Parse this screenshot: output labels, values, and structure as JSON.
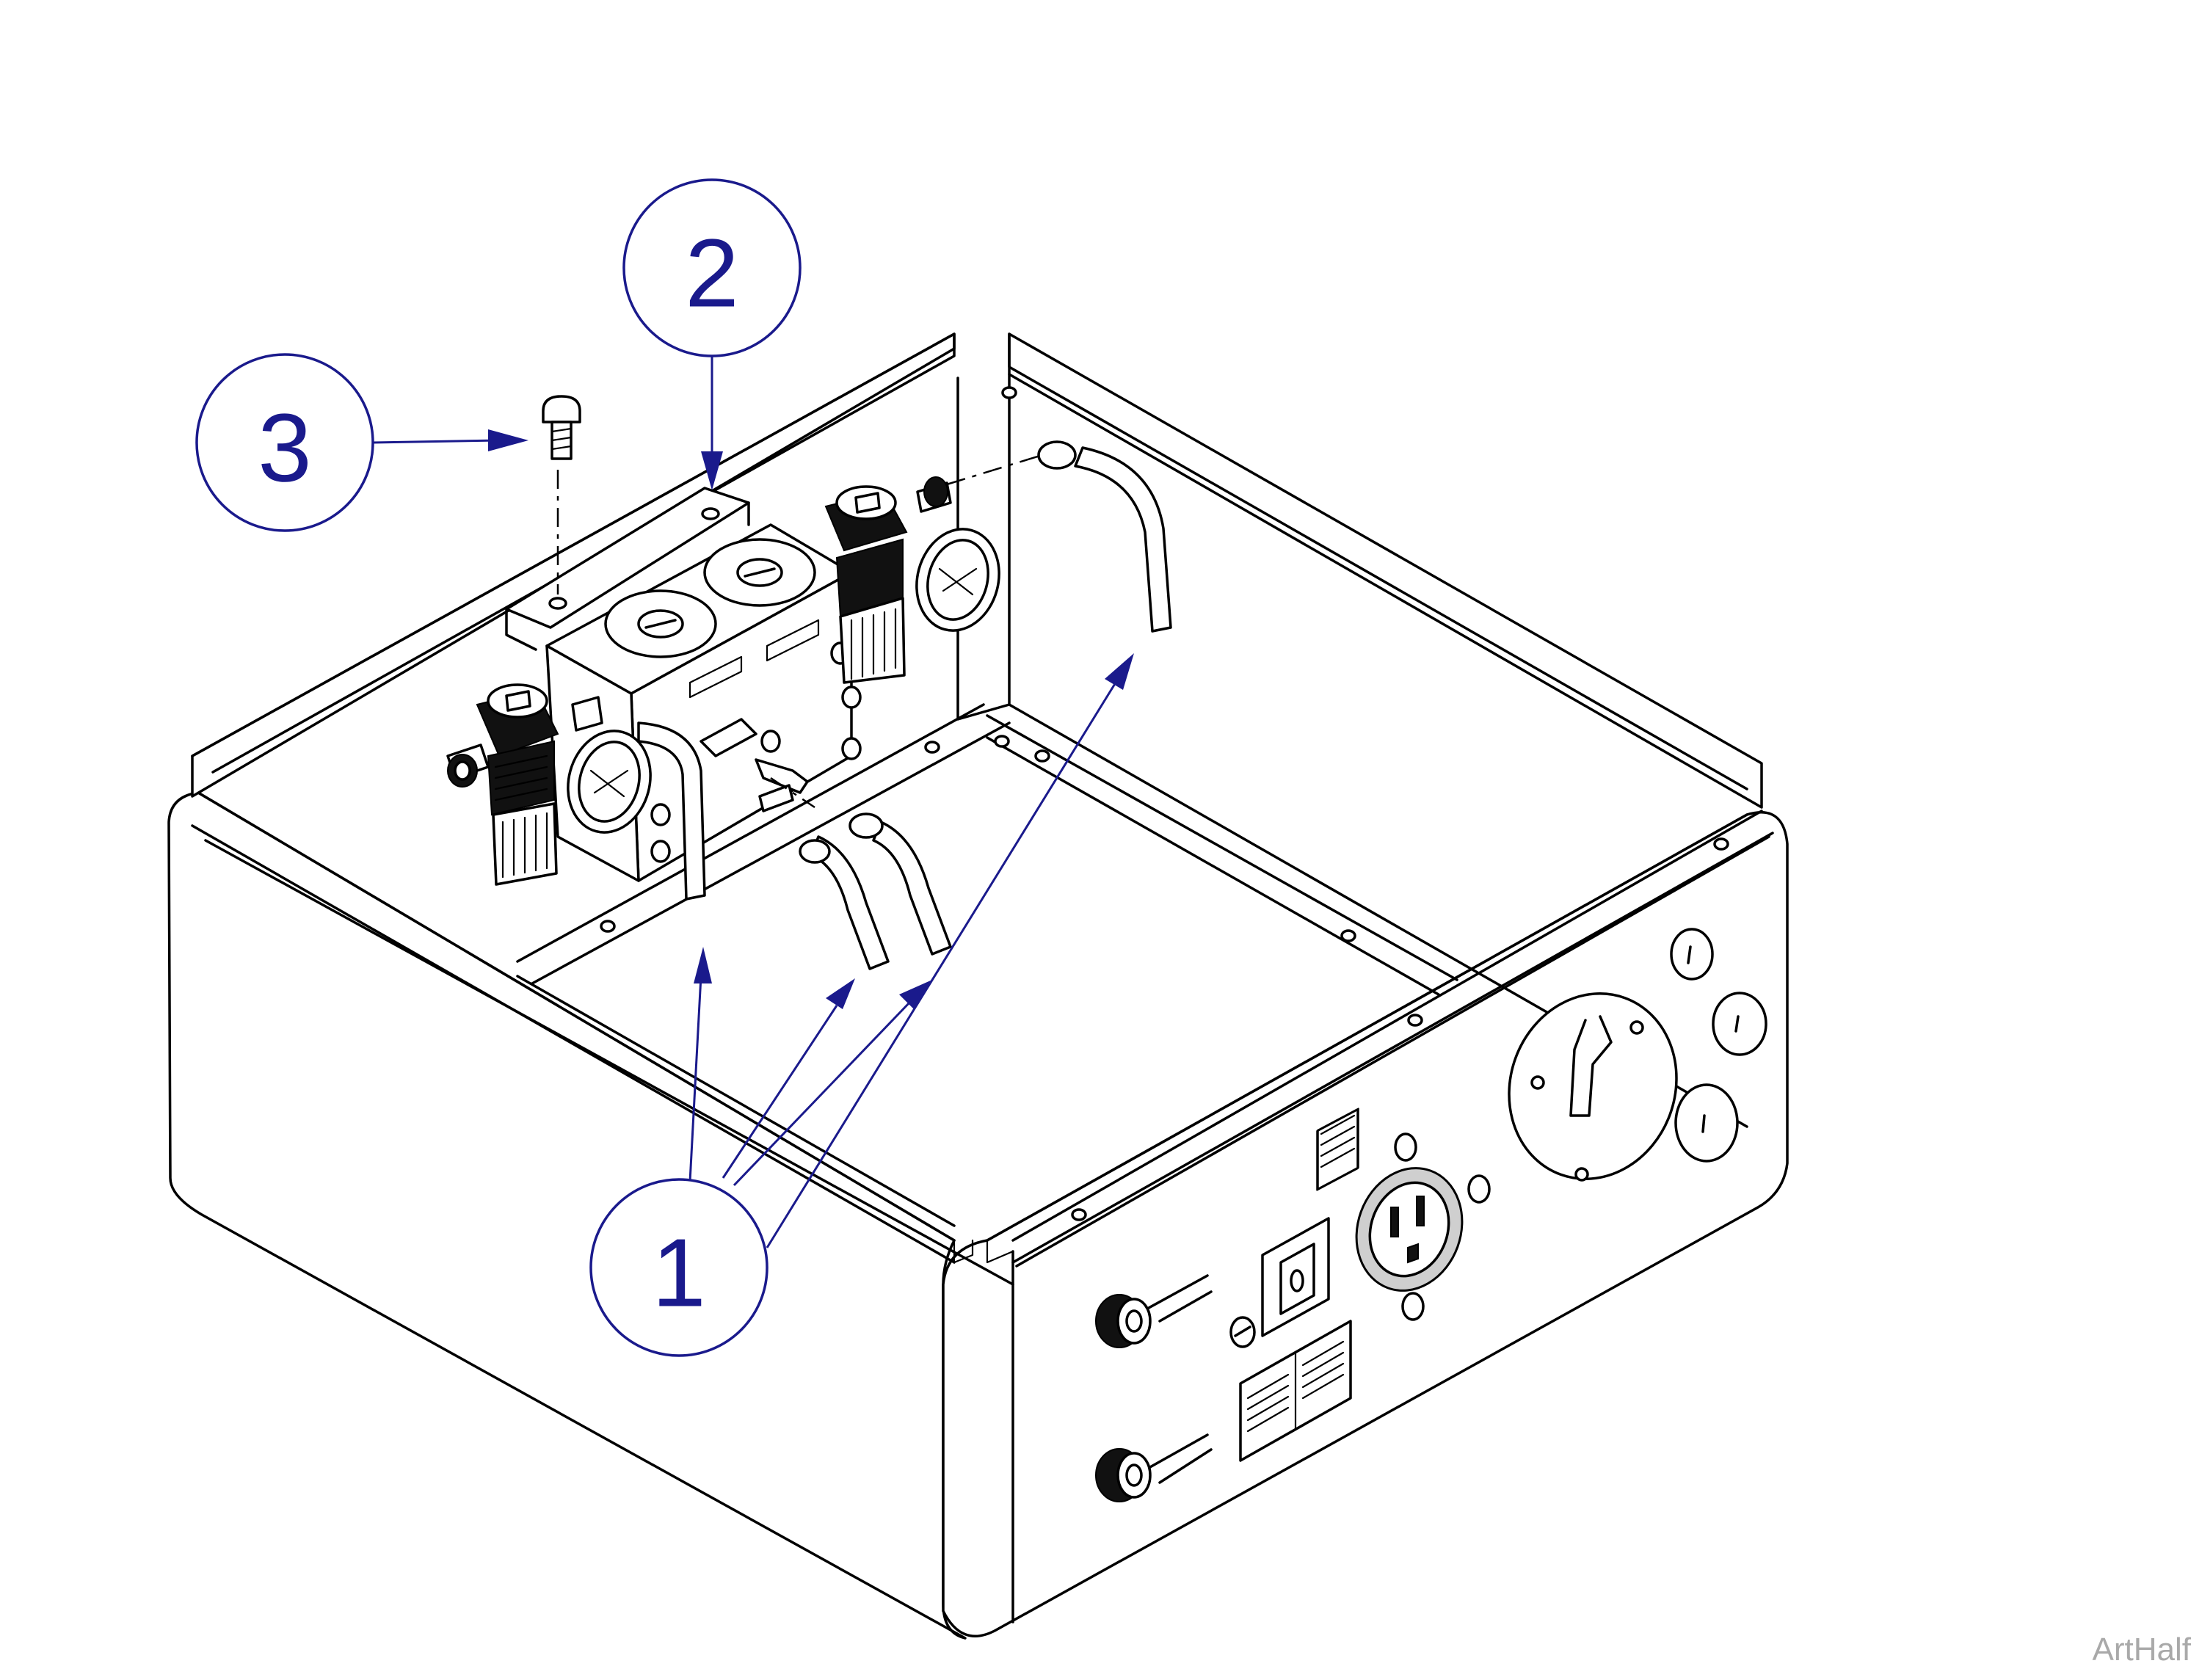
{
  "figure": {
    "callouts": [
      {
        "id": "1",
        "label": "1"
      },
      {
        "id": "2",
        "label": "2"
      },
      {
        "id": "3",
        "label": "3"
      }
    ],
    "watermark": "ArtHalf",
    "colors": {
      "callout": "#1a1a8c",
      "line_art": "#000000",
      "watermark": "#a9a9a9"
    }
  }
}
